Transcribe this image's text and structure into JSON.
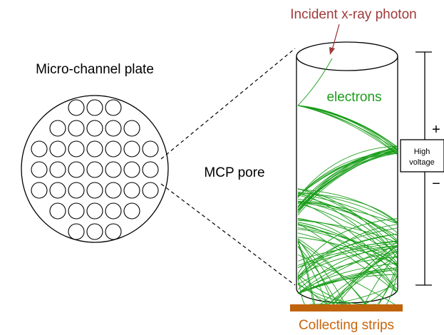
{
  "labels": {
    "plate_title": "Micro-channel plate",
    "incident": "Incident x-ray photon",
    "electrons": "electrons",
    "mcp_pore": "MCP pore",
    "high_voltage_line1": "High",
    "high_voltage_line2": "voltage",
    "plus": "+",
    "minus": "−",
    "collecting": "Collecting strips"
  },
  "colors": {
    "incident": "#a0393a",
    "electrons": "#1a9e1a",
    "collecting": "#c8650a",
    "strip": "#c0630d",
    "outline": "#000000"
  }
}
